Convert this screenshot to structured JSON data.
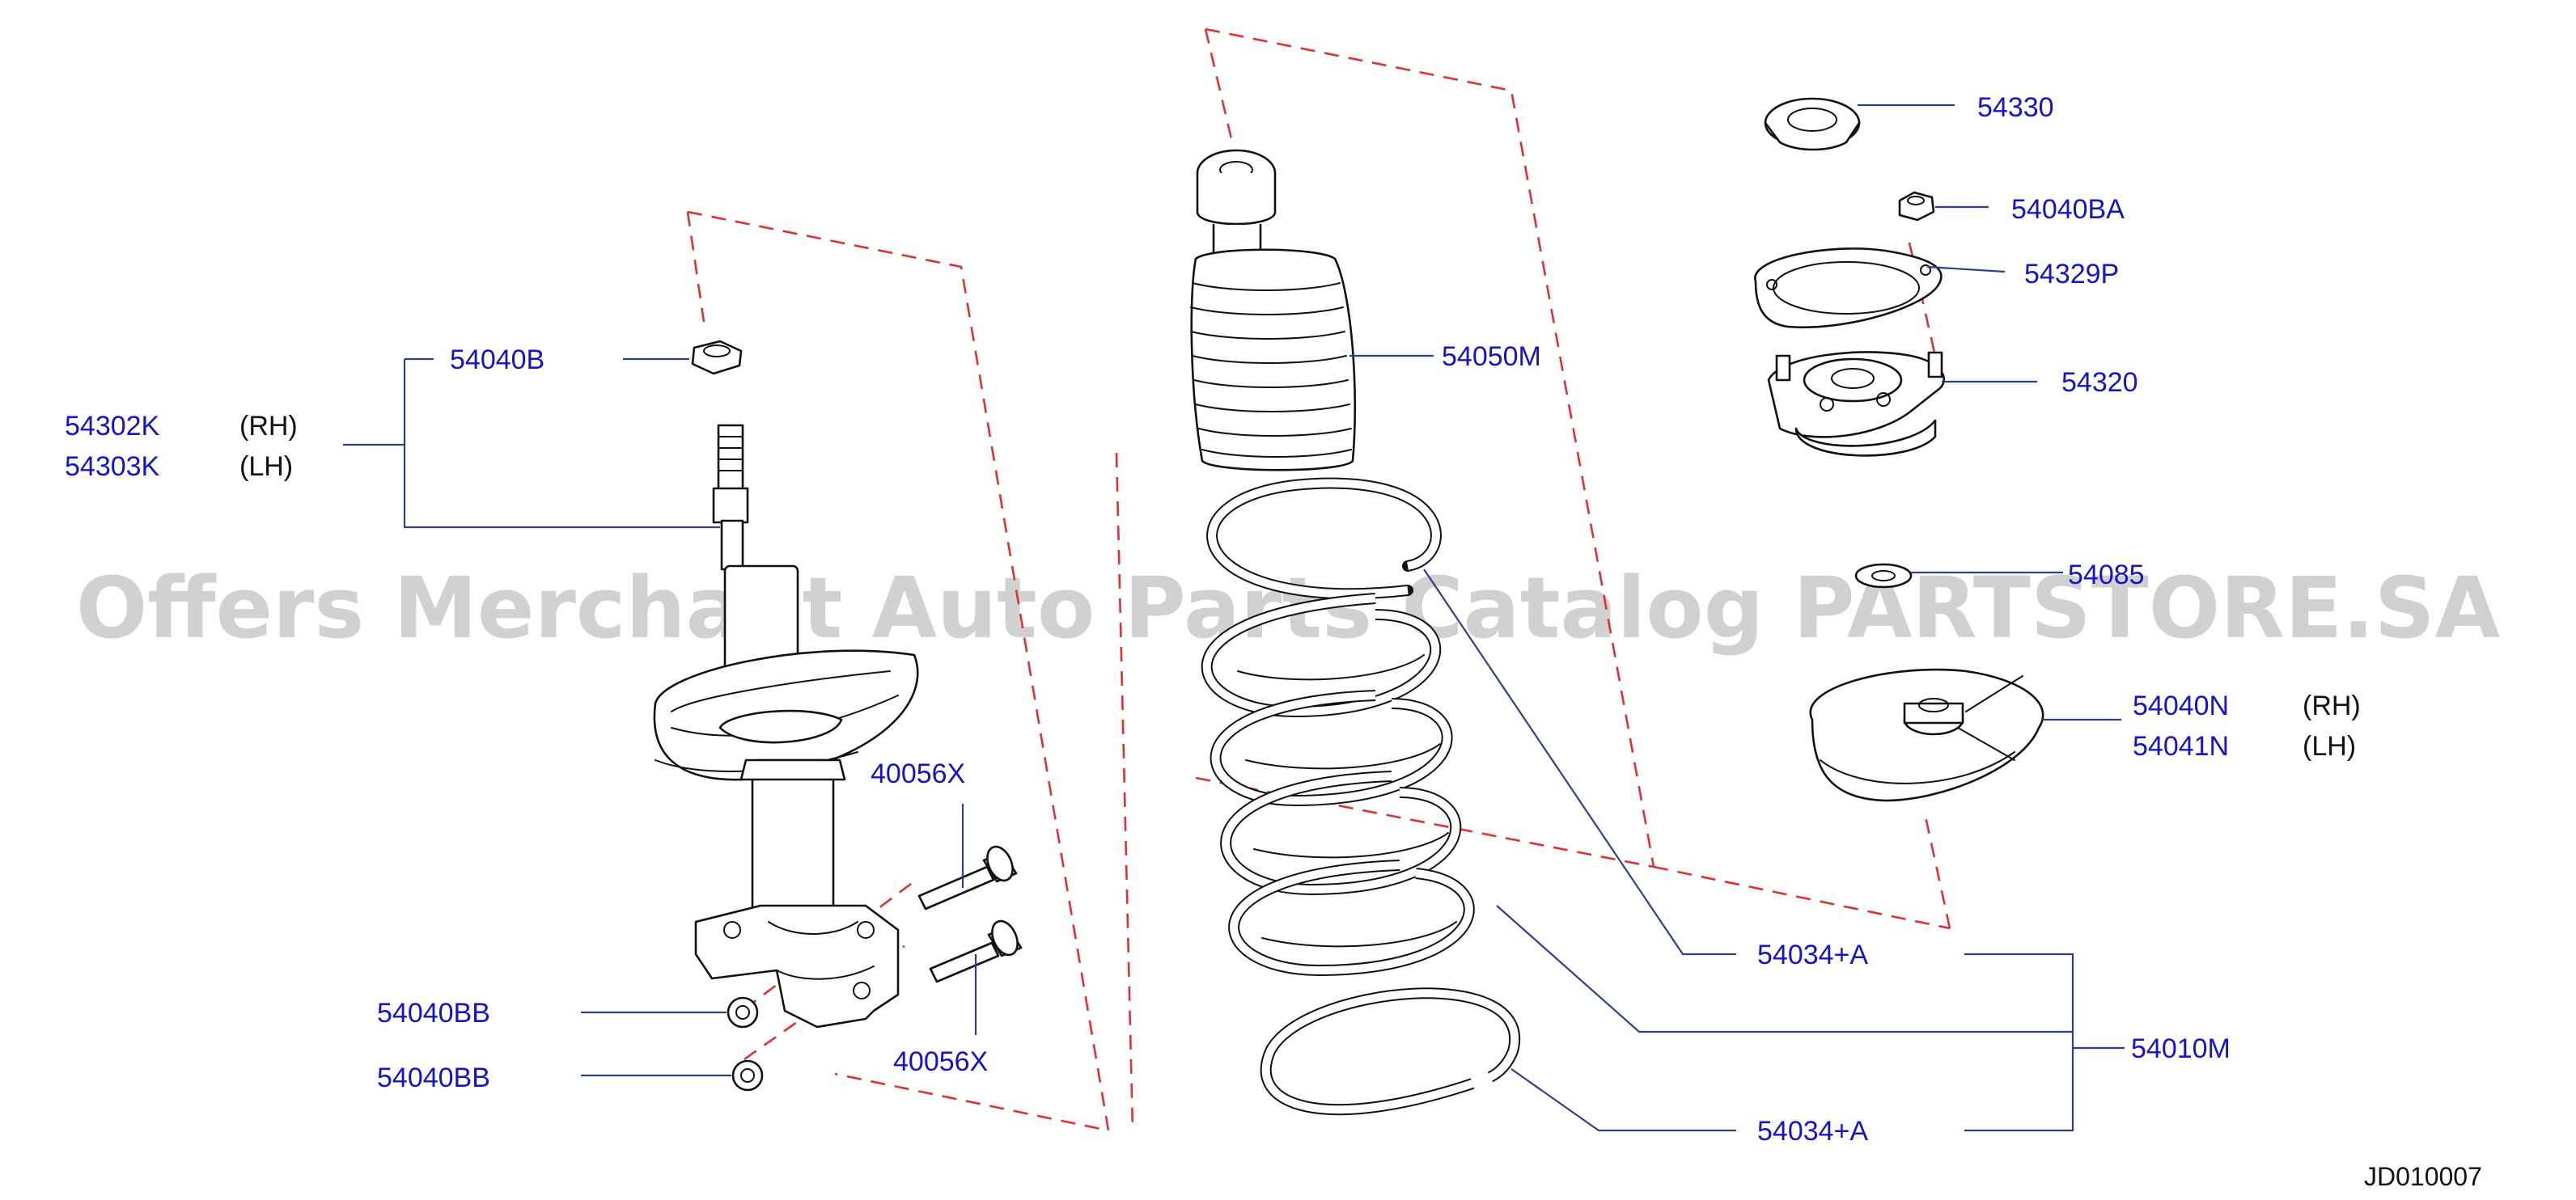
{
  "diagram": {
    "code": "JD010007",
    "watermark": "Offers Merchant Auto Parts Catalog PARTSTORE.SA"
  },
  "labels": {
    "p54040B": "54040B",
    "p54302K": "54302K",
    "p54303K": "54303K",
    "rh1": "(RH)",
    "lh1": "(LH)",
    "p40056X_top": "40056X",
    "p54040BB_1": "54040BB",
    "p54040BB_2": "54040BB",
    "p40056X_bot": "40056X",
    "p54050M": "54050M",
    "p54330": "54330",
    "p54040BA": "54040BA",
    "p54329P": "54329P",
    "p54320": "54320",
    "p54085": "54085",
    "p54040N": "54040N",
    "p54041N": "54041N",
    "rh2": "(RH)",
    "lh2": "(LH)",
    "p54034A_1": "54034+A",
    "p54010M": "54010M",
    "p54034A_2": "54034+A"
  }
}
